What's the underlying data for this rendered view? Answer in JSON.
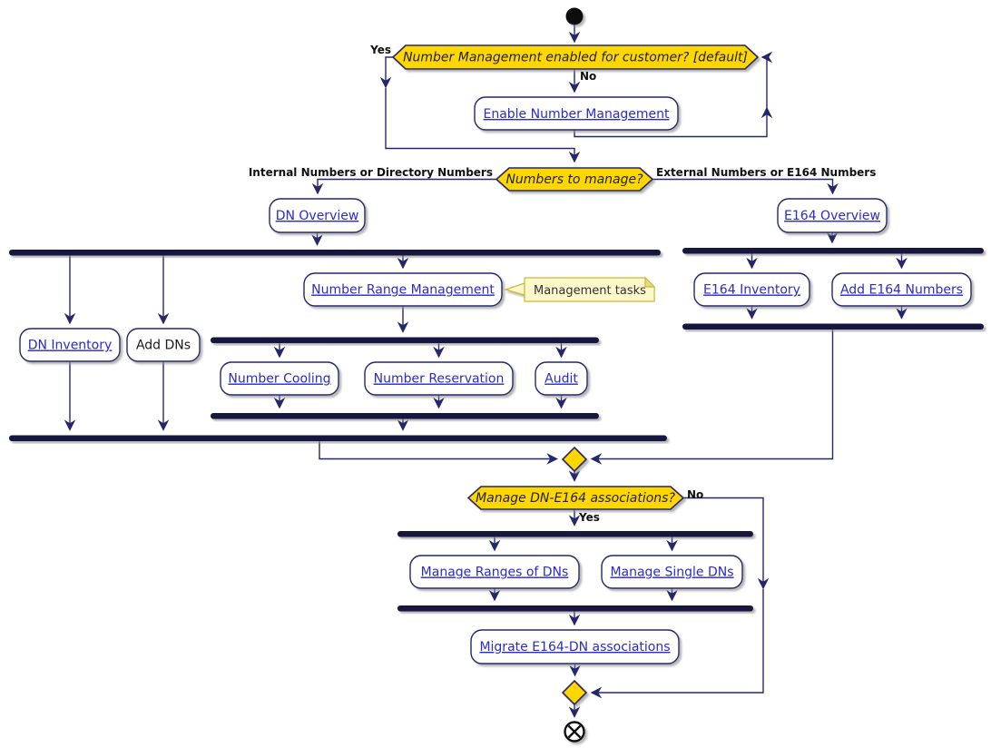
{
  "colors": {
    "gold": "#FFD700",
    "navy_line": "#26266B",
    "bar_fill": "#12123F",
    "link_blue": "#2A2ACD",
    "note_fill": "#FDF8C9",
    "note_border": "#C9B93A"
  },
  "decisions": {
    "enabled": {
      "question": "Number Management enabled for customer? [default]",
      "yes_label": "Yes",
      "no_label": "No"
    },
    "numbers_to_manage": {
      "question": "Numbers to manage?",
      "left_label": "Internal Numbers or Directory Numbers",
      "right_label": "External Numbers or E164 Numbers"
    },
    "manage_associations": {
      "question": "Manage DN-E164 associations?",
      "yes_label": "Yes",
      "no_label": "No"
    }
  },
  "activities": {
    "enable_number_management": "Enable Number Management",
    "dn_overview": "DN Overview",
    "dn_inventory": "DN Inventory",
    "add_dns": "Add DNs",
    "number_range_management": "Number Range Management",
    "number_cooling": "Number Cooling",
    "number_reservation": "Number Reservation",
    "audit": "Audit",
    "e164_overview": "E164 Overview",
    "e164_inventory": "E164 Inventory",
    "add_e164_numbers": "Add E164 Numbers",
    "manage_ranges_of_dns": "Manage Ranges of DNs",
    "manage_single_dns": "Manage Single DNs",
    "migrate_e164_dn_associations": "Migrate E164-DN associations"
  },
  "note": {
    "text": "Management tasks"
  }
}
